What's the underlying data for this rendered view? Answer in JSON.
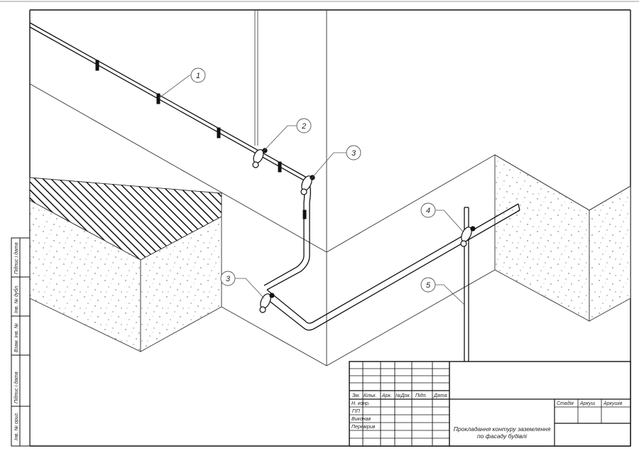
{
  "drawing": {
    "callouts": [
      {
        "id": "c1",
        "label": "1"
      },
      {
        "id": "c2",
        "label": "2"
      },
      {
        "id": "c3a",
        "label": "3"
      },
      {
        "id": "c3b",
        "label": "3"
      },
      {
        "id": "c4",
        "label": "4"
      },
      {
        "id": "c5",
        "label": "5"
      }
    ]
  },
  "side_stamp": {
    "cells": [
      "Інв. № ориг.",
      "Підпис і дата",
      "Взам. інв. №",
      "Інв. № дубл.",
      "Підпис і дата"
    ]
  },
  "title_block": {
    "revision_headers": [
      "Зм.",
      "Кільк.",
      "Арк.",
      "№Док.",
      "Підп.",
      "Дата"
    ],
    "roles": [
      "Н. конр.",
      "ГІП",
      "Виконав",
      "Перевірив"
    ],
    "sheet_headers": [
      "Стадія",
      "Аркуш",
      "Аркушів"
    ],
    "title_line1": "Прокладання контуру заземлення",
    "title_line2": "по фасаду будівлі"
  }
}
